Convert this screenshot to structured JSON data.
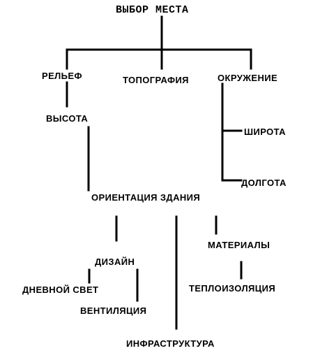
{
  "diagram": {
    "root": "ВЫБОР МЕСТА",
    "relief": "РЕЛЬЕФ",
    "topography": "ТОПОГРАФИЯ",
    "surroundings": "ОКРУЖЕНИЕ",
    "height": "ВЫСОТА",
    "latitude": "ШИРОТА",
    "longitude": "ДОЛГОТА",
    "orientation": "ОРИЕНТАЦИЯ ЗДАНИЯ",
    "materials": "МАТЕРИАЛЫ",
    "design": "ДИЗАЙН",
    "daylight": "ДНЕВНОЙ СВЕТ",
    "insulation": "ТЕПЛОИЗОЛЯЦИЯ",
    "ventilation": "ВЕНТИЛЯЦИЯ",
    "infrastructure": "ИНФРАСТРУКТУРА"
  }
}
